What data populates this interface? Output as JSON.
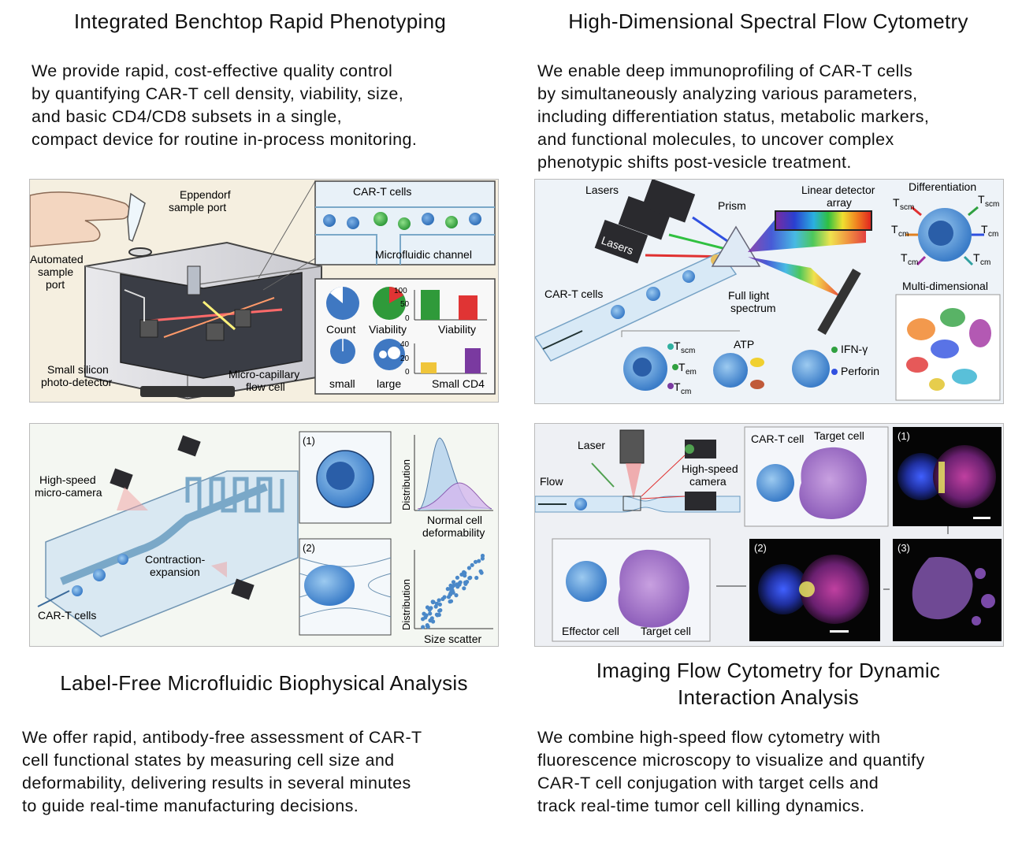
{
  "sections": [
    {
      "title": "Integrated Benchtop Rapid Phenotyping",
      "text": [
        "We provide rapid, cost-effective quality control",
        "by quantifying CAR-T cell density, viability, size,",
        "and basic CD4/CD8 subsets in a single,",
        "compact device for routine in-process monitoring."
      ]
    },
    {
      "title": "High-Dimensional Spectral Flow Cytometry",
      "text": [
        "We enable deep immunoprofiling of CAR-T cells",
        "by simultaneously analyzing various parameters,",
        "including differentiation status, metabolic markers,",
        "and functional molecules, to uncover complex",
        "phenotypic shifts post-vesicle treatment."
      ]
    },
    {
      "title": "Label-Free Microfluidic Biophysical Analysis",
      "text": [
        "We offer rapid, antibody-free assessment of CAR-T",
        "cell functional states by measuring cell size and",
        "deformability, delivering results in several minutes",
        "to guide real-time manufacturing decisions."
      ]
    },
    {
      "title_lines": [
        "Imaging Flow Cytometry for Dynamic",
        "Interaction Analysis"
      ],
      "text": [
        "We combine high-speed flow cytometry with",
        "fluorescence microscopy to visualize and quantify",
        "CAR-T cell conjugation with target cells and",
        "track real-time tumor cell killing dynamics."
      ]
    }
  ],
  "panel1": {
    "eppendorf": [
      "Eppendorf",
      "sample port"
    ],
    "automated": [
      "Automated",
      "sample",
      "port"
    ],
    "silicon": [
      "Small silicon",
      "photo-detector"
    ],
    "capillary": [
      "Micro-capillary",
      "flow cell"
    ],
    "cart": "CAR-T cells",
    "channel": "Microfluidic channel",
    "count": "Count",
    "viability": "Viability",
    "viability_bar": "Viability",
    "small": "small",
    "large": "large",
    "small_cd4": "Small CD4",
    "bar_ticks_top": [
      "100",
      "50",
      "0"
    ],
    "bar_ticks_bottom": [
      "40",
      "20",
      "0"
    ]
  },
  "panel2": {
    "lasers": "Lasers",
    "lasers_box": "Lasers",
    "prism": "Prism",
    "detector": [
      "Linear detector",
      "array"
    ],
    "differentiation": "Differentiation",
    "tscm": "T",
    "tcm": "T",
    "cart": "CAR-T cells",
    "full_light": [
      "Full light",
      "spectrum"
    ],
    "multi": "Multi-dimensional",
    "tem": "T",
    "atp": "ATP",
    "ifn": "IFN-γ",
    "perforin": "Perforin",
    "sub_scm": "scm",
    "sub_cm": "cm",
    "sub_em": "em"
  },
  "panel3": {
    "camera": [
      "High-speed",
      "micro-camera"
    ],
    "contraction": [
      "Contraction-",
      "expansion"
    ],
    "cart": "CAR-T cells",
    "label1": "(1)",
    "label2": "(2)",
    "distribution": "Distribution",
    "normal": [
      "Normal cell",
      "deformability"
    ],
    "size_scatter": "Size scatter"
  },
  "panel4": {
    "laser": "Laser",
    "flow": "Flow",
    "camera": [
      "High-speed",
      "camera"
    ],
    "cart_cell": "CAR-T cell",
    "target_cell": "Target cell",
    "effector": "Effector cell",
    "target2": "Target cell",
    "l1": "(1)",
    "l2": "(2)",
    "l3": "(3)"
  }
}
